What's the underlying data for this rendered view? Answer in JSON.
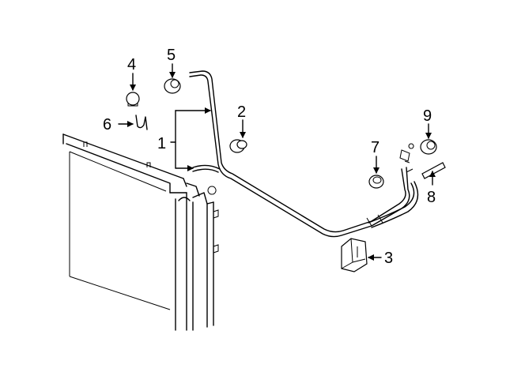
{
  "diagram": {
    "callouts": [
      {
        "id": "1",
        "text": "1"
      },
      {
        "id": "2",
        "text": "2"
      },
      {
        "id": "3",
        "text": "3"
      },
      {
        "id": "4",
        "text": "4"
      },
      {
        "id": "5",
        "text": "5"
      },
      {
        "id": "6",
        "text": "6"
      },
      {
        "id": "7",
        "text": "7"
      },
      {
        "id": "8",
        "text": "8"
      },
      {
        "id": "9",
        "text": "9"
      }
    ]
  }
}
